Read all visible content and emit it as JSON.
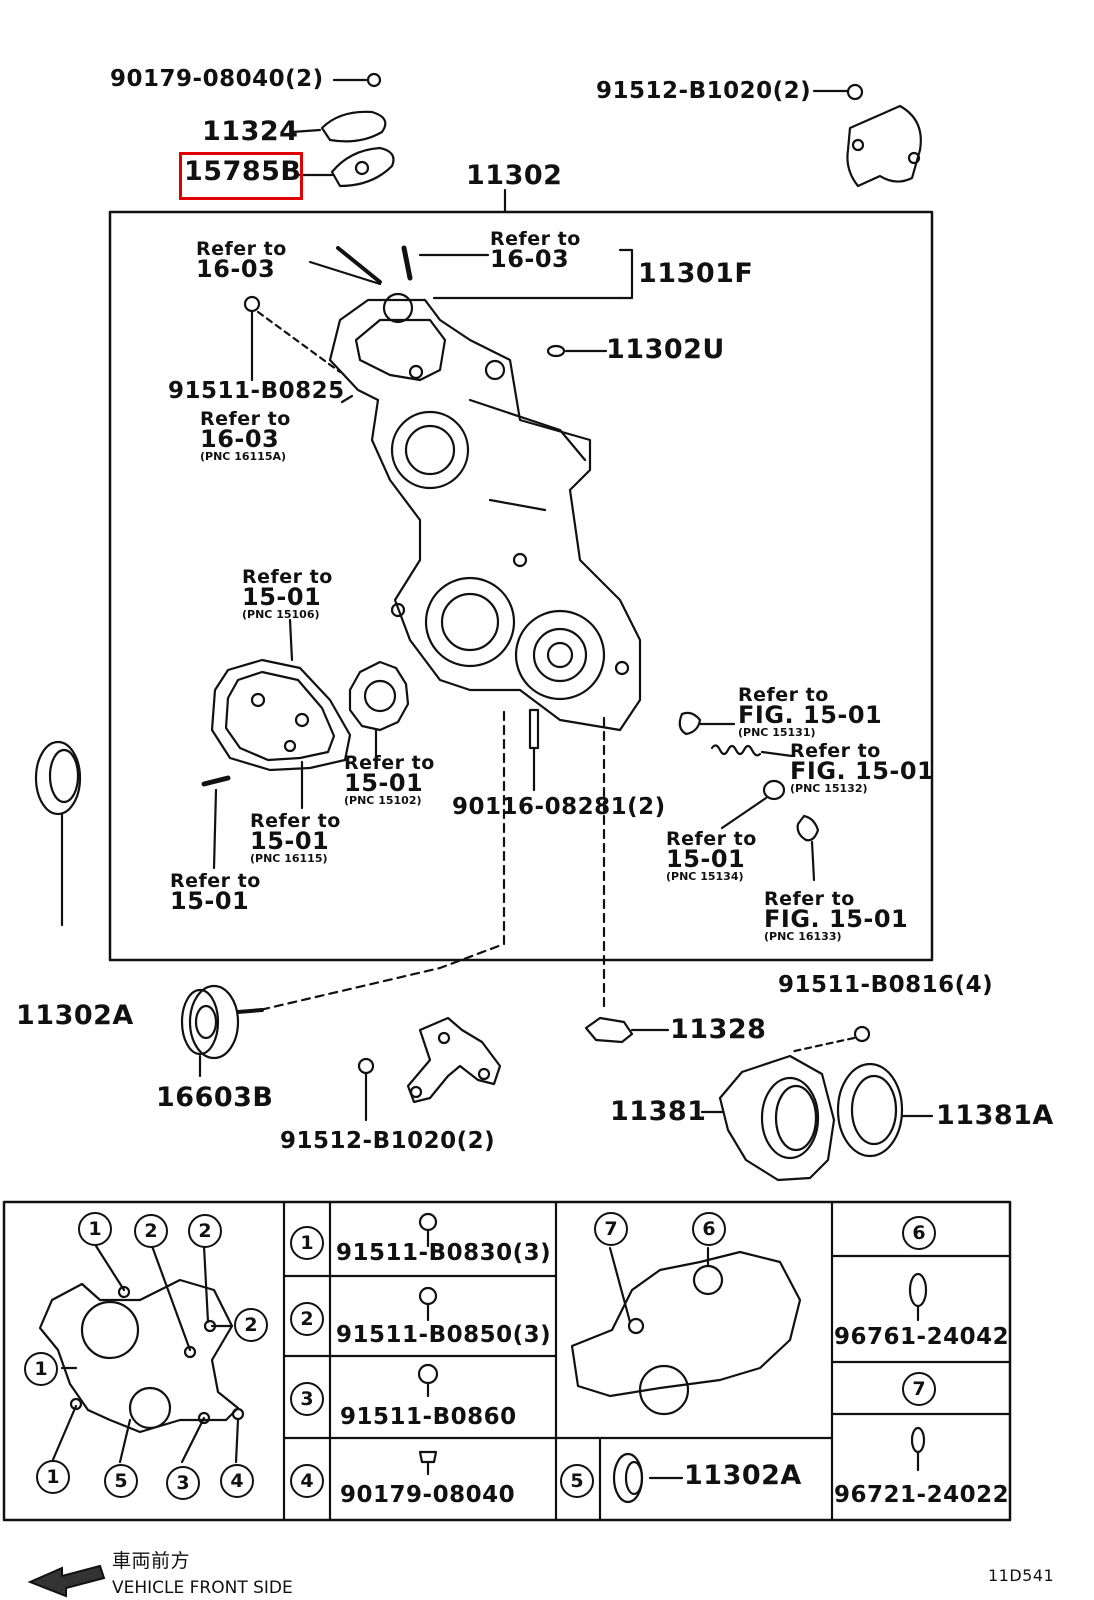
{
  "labels": {
    "p90179_08040": "90179-08040(2)",
    "p91512_b1020_top": "91512-B1020(2)",
    "p11324": "11324",
    "p15785b": "15785B",
    "p11302": "11302",
    "p11301f": "11301F",
    "p11302u": "11302U",
    "p91511_b0825": "91511-B0825",
    "p90116_08281": "90116-08281(2)",
    "p11302a": "11302A",
    "p16603b": "16603B",
    "p91512_b1020_bot": "91512-B1020(2)",
    "p11328": "11328",
    "p91511_b0816": "91511-B0816(4)",
    "p11381": "11381",
    "p11381a": "11381A"
  },
  "refs": {
    "r1": {
      "line1": "Refer to",
      "line2": "16-03",
      "pnc": ""
    },
    "r2": {
      "line1": "Refer to",
      "line2": "16-03",
      "pnc": ""
    },
    "r3": {
      "line1": "Refer to",
      "line2": "16-03",
      "pnc": "(PNC 16115A)"
    },
    "r4": {
      "line1": "Refer to",
      "line2": "15-01",
      "pnc": "(PNC 15106)"
    },
    "r5": {
      "line1": "Refer to",
      "line2": "15-01",
      "pnc": "(PNC 15102)"
    },
    "r6": {
      "line1": "Refer to",
      "line2": "15-01",
      "pnc": "(PNC 16115)"
    },
    "r7": {
      "line1": "Refer to",
      "line2": "15-01",
      "pnc": ""
    },
    "r8": {
      "line1": "Refer to",
      "line2": "FIG. 15-01",
      "pnc": "(PNC 15131)"
    },
    "r9": {
      "line1": "Refer to",
      "line2": "FIG. 15-01",
      "pnc": "(PNC 15132)"
    },
    "r10": {
      "line1": "Refer to",
      "line2": "15-01",
      "pnc": "(PNC 15134)"
    },
    "r11": {
      "line1": "Refer to",
      "line2": "FIG. 15-01",
      "pnc": "(PNC 16133)"
    }
  },
  "legend": {
    "c1": "1",
    "c2": "2",
    "c3": "3",
    "c4": "4",
    "c5": "5",
    "c6": "6",
    "c7": "7",
    "bolt1": "91511-B0830(3)",
    "bolt2": "91511-B0850(3)",
    "bolt3": "91511-B0860",
    "bolt4": "90179-08040",
    "seal5": "11302A",
    "oring6": "96761-24042",
    "oring7": "96721-24022"
  },
  "footer": {
    "direction_cn": "車両前方",
    "direction_en": "VEHICLE FRONT SIDE",
    "code": "11D541"
  },
  "highlight_color": "#e00000"
}
